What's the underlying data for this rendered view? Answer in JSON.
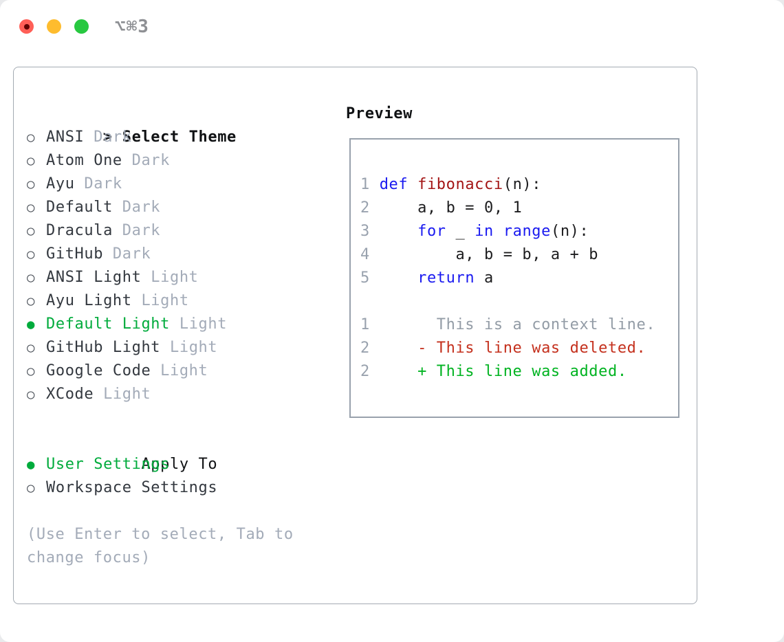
{
  "window": {
    "shortcut_label": "⌥⌘3"
  },
  "icons": {
    "prompt": ">",
    "radio_unselected": "○",
    "radio_selected": "●",
    "diff_deleted_sign": "-",
    "diff_added_sign": "+"
  },
  "theme_panel": {
    "title": "Select Theme",
    "themes": [
      {
        "name": "ANSI",
        "variant": "Dark",
        "selected": false
      },
      {
        "name": "Atom One",
        "variant": "Dark",
        "selected": false
      },
      {
        "name": "Ayu",
        "variant": "Dark",
        "selected": false
      },
      {
        "name": "Default",
        "variant": "Dark",
        "selected": false
      },
      {
        "name": "Dracula",
        "variant": "Dark",
        "selected": false
      },
      {
        "name": "GitHub",
        "variant": "Dark",
        "selected": false
      },
      {
        "name": "ANSI Light",
        "variant": "Light",
        "selected": false
      },
      {
        "name": "Ayu Light",
        "variant": "Light",
        "selected": false
      },
      {
        "name": "Default Light",
        "variant": "Light",
        "selected": true
      },
      {
        "name": "GitHub Light",
        "variant": "Light",
        "selected": false
      },
      {
        "name": "Google Code",
        "variant": "Light",
        "selected": false
      },
      {
        "name": "XCode",
        "variant": "Light",
        "selected": false
      }
    ],
    "apply_to": {
      "title": "Apply To",
      "options": [
        {
          "name": "User Settings",
          "selected": true
        },
        {
          "name": "Workspace Settings",
          "selected": false
        }
      ]
    },
    "help_text": "(Use Enter to select, Tab to change focus)"
  },
  "preview": {
    "title": "Preview",
    "code_lines": [
      {
        "num": "1",
        "segments": [
          {
            "text": "def",
            "color": "keyword"
          },
          {
            "text": " ",
            "color": "plain"
          },
          {
            "text": "fibonacci",
            "color": "function"
          },
          {
            "text": "(n):",
            "color": "plain"
          }
        ]
      },
      {
        "num": "2",
        "segments": [
          {
            "text": "    a, b = 0, 1",
            "color": "plain"
          }
        ]
      },
      {
        "num": "3",
        "segments": [
          {
            "text": "    ",
            "color": "plain"
          },
          {
            "text": "for",
            "color": "keyword"
          },
          {
            "text": " _ ",
            "color": "plain"
          },
          {
            "text": "in",
            "color": "keyword"
          },
          {
            "text": " ",
            "color": "plain"
          },
          {
            "text": "range",
            "color": "keyword"
          },
          {
            "text": "(n):",
            "color": "plain"
          }
        ]
      },
      {
        "num": "4",
        "segments": [
          {
            "text": "        a, b = b, a + b",
            "color": "plain"
          }
        ]
      },
      {
        "num": "5",
        "segments": [
          {
            "text": "    ",
            "color": "plain"
          },
          {
            "text": "return",
            "color": "keyword"
          },
          {
            "text": " a",
            "color": "plain"
          }
        ]
      },
      {
        "num": "",
        "segments": []
      },
      {
        "num": "1",
        "segments": [
          {
            "text": "      This is a context line.",
            "color": "context"
          }
        ]
      },
      {
        "num": "2",
        "segments": [
          {
            "text": "    - This line was deleted.",
            "color": "deleted"
          }
        ]
      },
      {
        "num": "2",
        "segments": [
          {
            "text": "    + This line was added.",
            "color": "added"
          }
        ]
      }
    ]
  },
  "colors": {
    "accent_green": "#00ab3c",
    "item_text": "#33383f",
    "heading_text": "#101214",
    "muted_text": "#a3abb8",
    "radio_ring": "#4a5058",
    "panel_border": "#a3aab2",
    "preview_border": "#98a1ac",
    "line_number": "#99a2ae",
    "code_plain": "#1c1c1e",
    "code_keyword": "#1a1af0",
    "code_function": "#a31515",
    "diff_context": "#939ca6",
    "diff_deleted": "#c4301d",
    "diff_added": "#00b321",
    "traffic_red": "#ff5f57",
    "traffic_yellow": "#febc2e",
    "traffic_green": "#28c840",
    "traffic_red_dot": "#5f0301",
    "shortcut_text": "#8e9094"
  }
}
